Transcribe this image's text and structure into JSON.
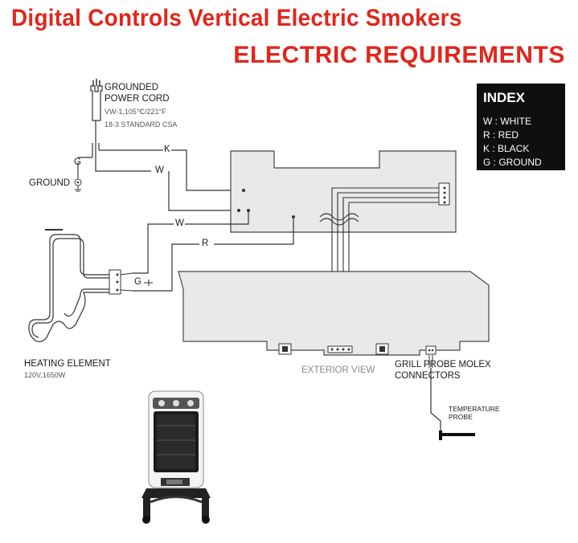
{
  "title_line1": "Digital Controls Vertical Electric Smokers",
  "title_line2": "ELECTRIC REQUIREMENTS",
  "index": {
    "heading": "INDEX",
    "items": [
      "W : WHITE",
      "R : RED",
      "K : BLACK",
      "G : GROUND"
    ]
  },
  "labels": {
    "power_cord_line1": "GROUNDED",
    "power_cord_line2": "POWER CORD",
    "cord_spec1": "VW-1,105℃/221°F",
    "cord_spec2": "18-3 STANDARD CSA",
    "ground": "GROUND",
    "heating_element": "HEATING ELEMENT",
    "heating_spec": "120V,1650W",
    "exterior_view": "EXTERIOR VIEW",
    "probe_conn_line1": "GRILL PROBE MOLEX",
    "probe_conn_line2": "CONNECTORS",
    "temp_probe_line1": "TEMPERATURE",
    "temp_probe_line2": "PROBE"
  },
  "wire_labels": {
    "k": "K",
    "w_top": "W",
    "w_mid": "W",
    "r": "R",
    "g_cord": "G",
    "g_element": "G"
  },
  "colors": {
    "title": "#e1261c",
    "panel_fill": "#e9e9e9",
    "index_bg": "#0f0f0f"
  }
}
